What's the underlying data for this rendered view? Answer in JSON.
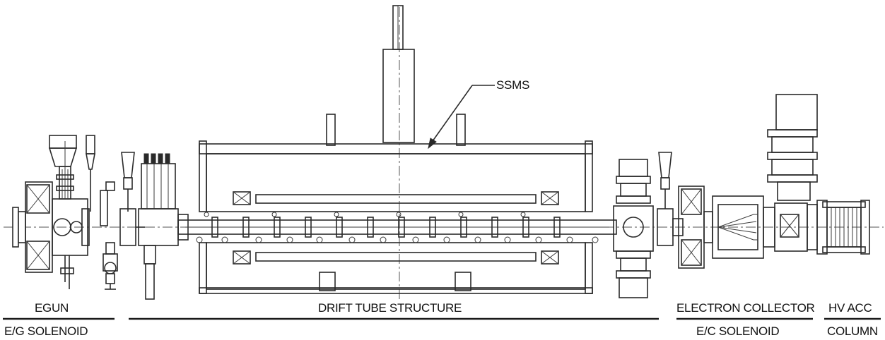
{
  "callout": {
    "ssms": "SSMS"
  },
  "labels": {
    "egun": "EGUN",
    "eg_solenoid": "E/G SOLENOID",
    "drift_tube_structure": "DRIFT TUBE STRUCTURE",
    "electron_collector": "ELECTRON COLLECTOR",
    "ec_solenoid": "E/C SOLENOID",
    "hv_acc": "HV ACC",
    "column": "COLUMN"
  }
}
